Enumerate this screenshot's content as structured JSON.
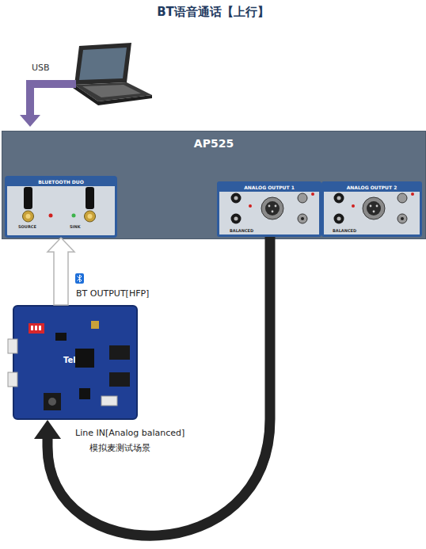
{
  "diagram": {
    "title": "BT语音通话【上行】",
    "nodes": [
      {
        "text": [
          "AP525"
        ]
      },
      {
        "text": [
          "BLUETOOTH DUO"
        ],
        "in": 0
      },
      {
        "text": [
          "ANALOG OUTPUT 1"
        ],
        "in": 0
      },
      {
        "text": [
          "ANALOG OUTPUT 2"
        ],
        "in": 0
      },
      {
        "text": [
          "Telink"
        ]
      }
    ],
    "edges": [
      {
        "from": 4,
        "to": 1,
        "arrow": "to",
        "label": "BT OUTPUT[HFP]"
      },
      {
        "from": 2,
        "to": 4,
        "arrow": "to"
      }
    ],
    "labels": [
      "USB",
      "SOURCE",
      "SINK",
      "BALANCED",
      "BALANCED",
      "Line IN[Analog balanced]",
      "模拟麦测试场景"
    ]
  }
}
